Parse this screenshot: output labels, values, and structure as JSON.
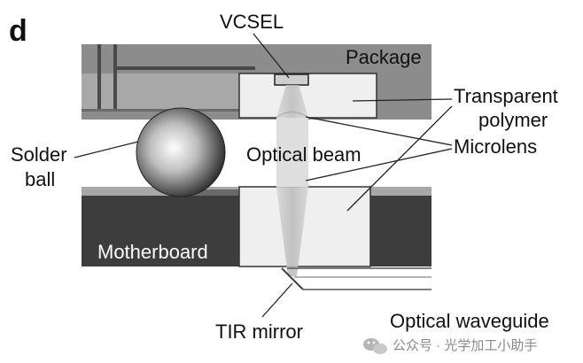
{
  "panel_letter": "d",
  "labels": {
    "vcsel": "VCSEL",
    "package": "Package",
    "transparent_polymer_line1": "Transparent",
    "transparent_polymer_line2": "polymer",
    "microlens": "Microlens",
    "solder_ball_line1": "Solder",
    "solder_ball_line2": "ball",
    "optical_beam": "Optical beam",
    "motherboard": "Motherboard",
    "tir_mirror": "TIR mirror",
    "optical_waveguide": "Optical waveguide"
  },
  "watermark": {
    "text": "公众号 · 光学加工小助手",
    "icon": "wechat-icon"
  },
  "colors": {
    "package_gray": "#8c8c8c",
    "dark_gray": "#5a5a5a",
    "motherboard": "#3d3d3d",
    "mid_gray": "#a8a8a8",
    "polymer_fill": "#efefef"
  }
}
